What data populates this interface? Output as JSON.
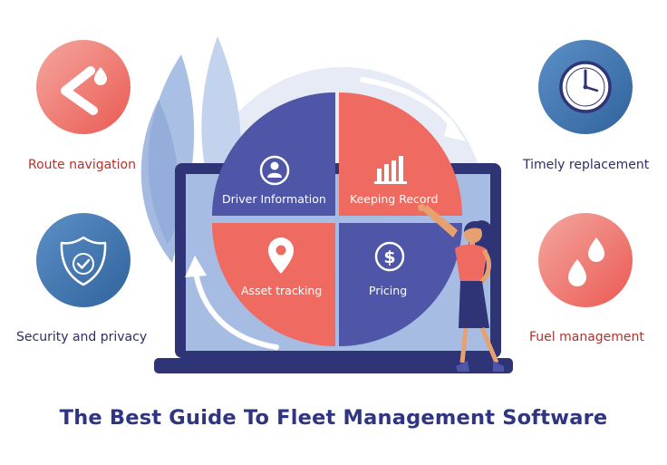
{
  "title": "The Best Guide To Fleet Management Software",
  "features": {
    "route_navigation": "Route navigation",
    "timely_replacement": "Timely replacement",
    "security_privacy": "Security and privacy",
    "fuel_management": "Fuel management"
  },
  "quadrants": {
    "driver_information": "Driver Information",
    "keeping_record": "Keeping Record",
    "asset_tracking": "Asset tracking",
    "pricing": "Pricing"
  },
  "quadrant_icons": {
    "driver_information": "user-icon",
    "keeping_record": "bar-chart-icon",
    "asset_tracking": "map-pin-icon",
    "pricing": "dollar-icon"
  },
  "feature_icons": {
    "route_navigation": "route-turn-icon",
    "timely_replacement": "clock-icon",
    "security_privacy": "shield-check-icon",
    "fuel_management": "fuel-drops-icon"
  },
  "colors": {
    "coral": "#ef6a61",
    "navy": "#4f56a8",
    "steel_blue": "#3d73ad",
    "dark_navy": "#2f3477",
    "title": "#2f3580",
    "red_text": "#b8302c",
    "dark_text": "#2b2f63"
  }
}
